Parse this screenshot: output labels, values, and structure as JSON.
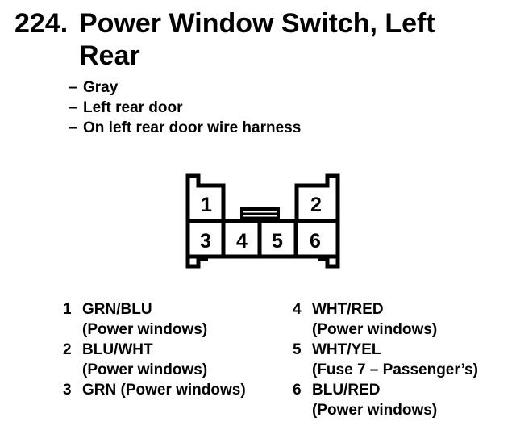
{
  "page": {
    "background": "#ffffff",
    "ink": "#000000"
  },
  "heading": {
    "number": "224.",
    "line1": "Power Window Switch, Left",
    "line2": "Rear"
  },
  "details": {
    "dash": "–",
    "items": [
      "Gray",
      "Left rear door",
      "On left rear door wire harness"
    ]
  },
  "connector": {
    "pins": [
      "1",
      "2",
      "3",
      "4",
      "5",
      "6"
    ]
  },
  "pin_table": {
    "left": [
      {
        "num": "1",
        "lines": [
          "GRN/BLU",
          "(Power windows)"
        ]
      },
      {
        "num": "2",
        "lines": [
          "BLU/WHT",
          "(Power windows)"
        ]
      },
      {
        "num": "3",
        "lines": [
          "GRN (Power windows)"
        ]
      }
    ],
    "right": [
      {
        "num": "4",
        "lines": [
          "WHT/RED",
          "(Power windows)"
        ]
      },
      {
        "num": "5",
        "lines": [
          "WHT/YEL",
          "(Fuse 7 – Passenger’s)"
        ]
      },
      {
        "num": "6",
        "lines": [
          "BLU/RED",
          "(Power windows)"
        ]
      }
    ]
  }
}
